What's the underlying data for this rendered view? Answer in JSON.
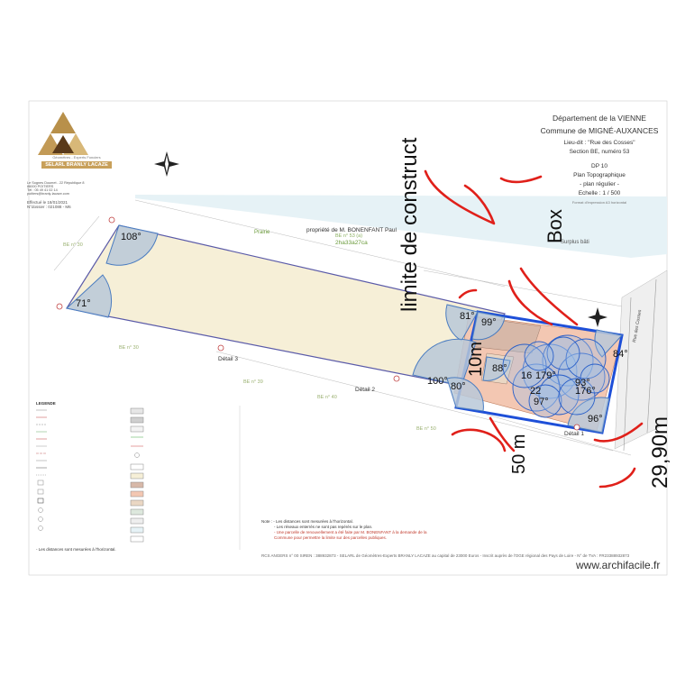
{
  "company": {
    "logo_caption": "Géomètres - Experts Fonciers",
    "name_banner": "SELARL BRANLY LACAZE",
    "address_line1": "Le Sognes Doumet - 22 République 8",
    "address_line2": "86000 POITIERS",
    "phone": "Tél : 05 49 41 02 14",
    "email": "poitiers@branly-lacaze.com",
    "date_line": "Effectué le 18/01/2021",
    "file_line": "N°dossier : 021088 - M6"
  },
  "title_block": {
    "dept": "Département de la VIENNE",
    "commune": "Commune de MIGNÉ-AUXANCES",
    "lieu_dit": "Lieu-dit : \"Rue des Cosses\"",
    "section": "Section BE, numéro 53",
    "dp": "DP 10",
    "plan_type": "Plan Topographique",
    "plan_sub": "- plan régulier -",
    "scale": "Echelle : 1 / 500",
    "format": "Format d'impression A3 horizontal"
  },
  "plan_labels": {
    "owner": "propriété de M. BONENFANT Paul",
    "parcel_ref": "BE n° 53 (a)",
    "area": "2ha33a27ca",
    "prairie": "Prairie",
    "be30": "BE n° 30",
    "be39": "BE n° 39",
    "be40": "BE n° 40",
    "be50": "BE n° 50",
    "detail1": "Détail 1",
    "detail2": "Détail 2",
    "detail3": "Détail 3",
    "surplus": "Surplus bâti",
    "rue": "Rue des Cosses",
    "legend_title": "LEGENDE",
    "note1": "Note :  - Les distances sont mesurées à l'horizontal.",
    "note2": "- Les réseaux enterrés ne sont pas repérés sur le plan.",
    "note3": "- Une parcelle de renouvellement a été faite par M. BONENFANT à la demande de la",
    "note4": "Commune pour permettre la limite sur des parcelles publiques.",
    "bottom_note": "- Les distances sont mesurées à l'horizontal."
  },
  "angles": {
    "a108": "108°",
    "a71": "71°",
    "a81": "81°",
    "a99": "99°",
    "a100": "100°",
    "a80": "80°",
    "a88": "88°",
    "a84": "84°",
    "a96": "96°",
    "a176": "176°",
    "a16": "16",
    "a179": "179°",
    "a22": "22",
    "a97": "97°",
    "a93": "93°"
  },
  "annotations": {
    "limite": "limite de construct",
    "box": "Box",
    "dim10": "10m",
    "dim50": "50 m",
    "dim2990": "29,90m"
  },
  "footer": {
    "text": "RCS ANGERS n° 00 SIREN : 388932873 - SELARL de Géomètres-Experts BRANLY LACAZE au capital de 23000 Euros - Inscrit auprès de l'OGE régional des Pays de Loire - N° de TVA : FR23388932873"
  },
  "watermark": "www.archifacile.fr",
  "colors": {
    "parcel_fill": "#f6efd7",
    "parcel_stroke": "#5a5aa8",
    "angle_fill": "#b9c8d8",
    "angle_stroke": "#4a7cc0",
    "area_green": "#6a9a3a",
    "red_pen": "#e0201a",
    "blue_rect": "#1e4fd8"
  }
}
